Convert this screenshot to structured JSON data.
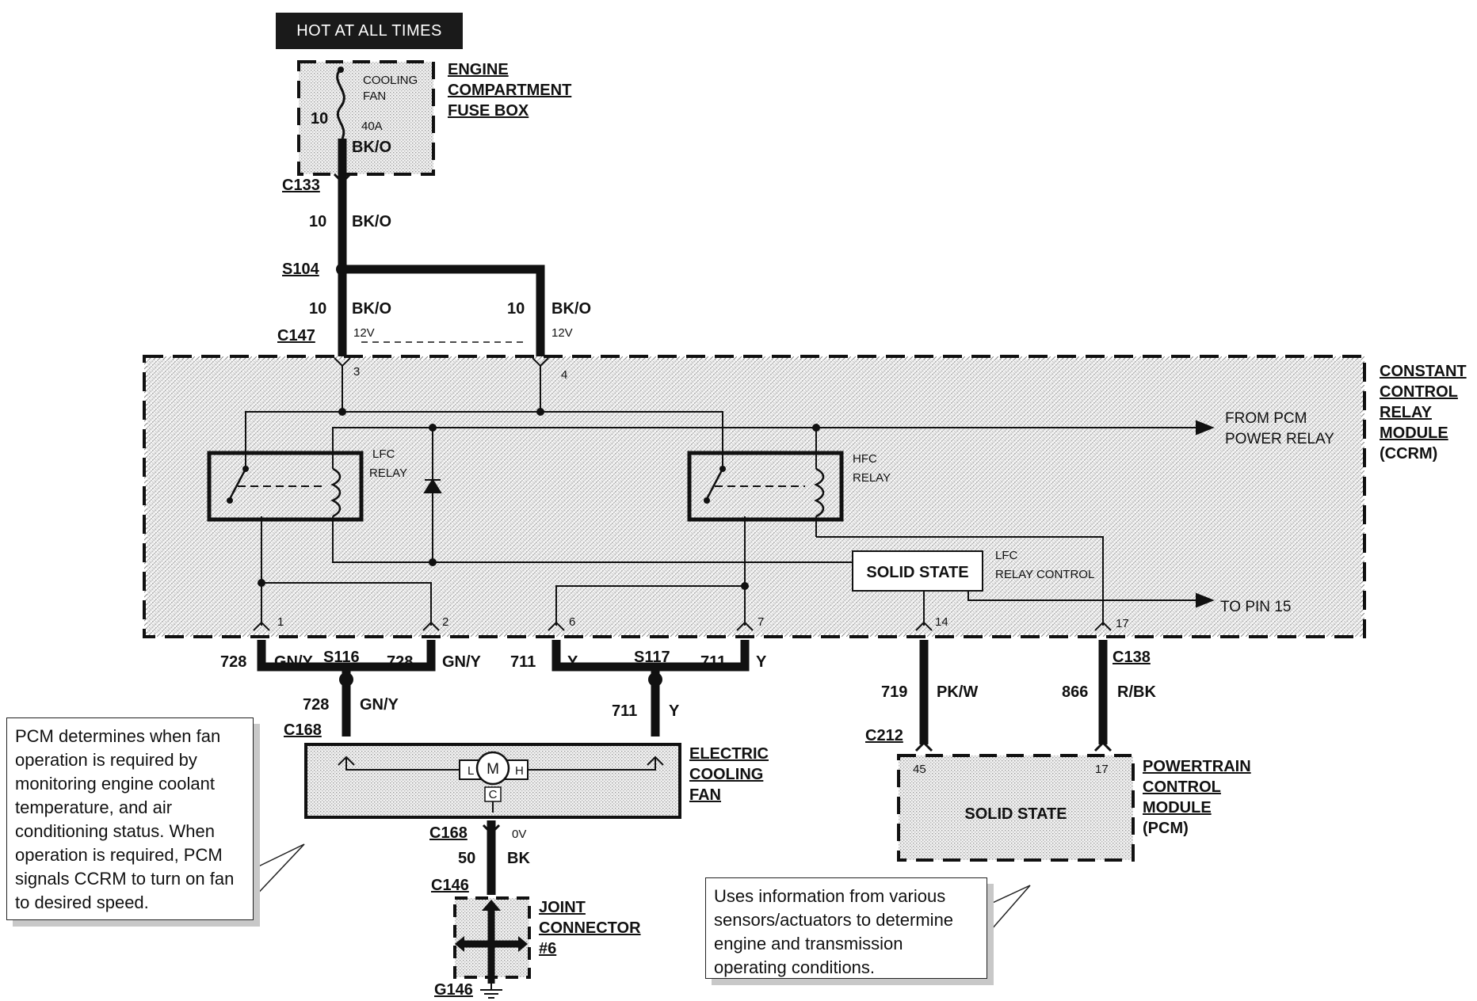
{
  "power_source": "HOT AT ALL TIMES",
  "fuse_box": {
    "title_lines": [
      "ENGINE",
      "COMPARTMENT",
      "FUSE BOX"
    ],
    "fuse_name_lines": [
      "COOLING",
      "FAN"
    ],
    "fuse_rating": "40A",
    "gauge": "10",
    "color": "BK/O"
  },
  "connectors": {
    "c133": "C133",
    "s104": "S104",
    "c147": "C147",
    "s116": "S116",
    "s117": "S117",
    "c168_top": "C168",
    "c168_bottom": "C168",
    "c146": "C146",
    "g146": "G146",
    "c138": "C138",
    "c212": "C212"
  },
  "wires": {
    "feed_gauge": "10",
    "feed_color": "BK/O",
    "branch_left_gauge": "10",
    "branch_left_color": "BK/O",
    "branch_left_voltage": "12V",
    "branch_right_gauge": "10",
    "branch_right_color": "BK/O",
    "branch_right_voltage": "12V",
    "low_speed_circuit": "728",
    "low_speed_color": "GN/Y",
    "high_speed_circuit": "711",
    "high_speed_color": "Y",
    "ground_gauge": "50",
    "ground_color": "BK",
    "ground_voltage": "0V",
    "pcm_a_circuit": "719",
    "pcm_a_color": "PK/W",
    "pcm_b_circuit": "866",
    "pcm_b_color": "R/BK"
  },
  "ccrm": {
    "title_lines": [
      "CONSTANT",
      "CONTROL",
      "RELAY",
      "MODULE",
      "(CCRM)"
    ],
    "lfc_relay_lines": [
      "LFC",
      "RELAY"
    ],
    "hfc_relay_lines": [
      "HFC",
      "RELAY"
    ],
    "solid_state": "SOLID STATE",
    "lfc_control_lines": [
      "LFC",
      "RELAY CONTROL"
    ],
    "from_pcm_lines": [
      "FROM PCM",
      "POWER  RELAY"
    ],
    "to_pin": "TO PIN 15",
    "pins": [
      "3",
      "4",
      "1",
      "2",
      "6",
      "7",
      "14",
      "17"
    ]
  },
  "fan": {
    "title_lines": [
      "ELECTRIC",
      "COOLING",
      "FAN"
    ],
    "motor": "M",
    "low": "L",
    "high": "H",
    "common": "C"
  },
  "joint_connector": {
    "title_lines": [
      "JOINT",
      "CONNECTOR",
      "#6"
    ]
  },
  "pcm": {
    "title_lines": [
      "POWERTRAIN",
      "CONTROL",
      "MODULE",
      "(PCM)"
    ],
    "solid_state": "SOLID STATE",
    "pin_a": "45",
    "pin_b": "17"
  },
  "callouts": {
    "pcm_note": "PCM determines when fan operation is required by monitoring engine coolant temperature, and air conditioning status. When operation is required, PCM signals CCRM to turn on fan to desired speed.",
    "pcm_module_note": "Uses information from various sensors/actuators to determine engine and transmission operating conditions."
  }
}
